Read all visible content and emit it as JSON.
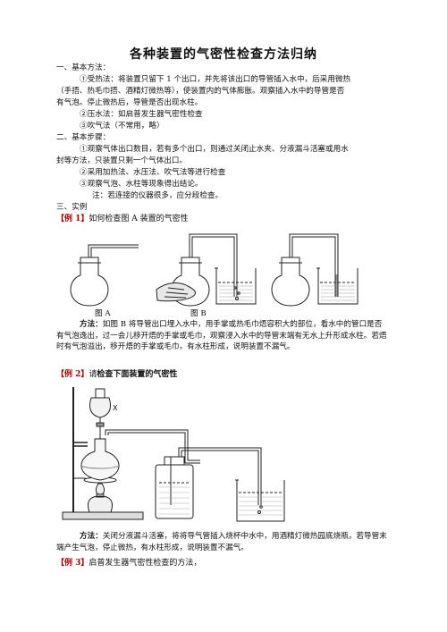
{
  "title": "各种装置的气密性检查方法归纳",
  "s1": {
    "heading": "一、基本方法：",
    "m1a": "①受热法：将装置只留下 1 个出口，并先将该出口的导管插入水中，后采用微热",
    "m1b": "（手捂、热毛巾捂、酒精灯微热等），使装置内的气体膨胀。观察插入水中的导管是否",
    "m1c": "有气泡。停止微热后，导管是否出现水柱。",
    "m2": "②压水法：如启普发生器气密性检查",
    "m3": "③吹气法（不常用，略）"
  },
  "s2": {
    "heading": "二、基本步骤：",
    "p1a": "①观察气体出口数目，若有多个出口，则通过关闭止水夹、分液漏斗活塞或用水",
    "p1b": "封等方法，只装置只剩一个气体出口。",
    "p2": "②采用加热法、水压法、吹气法等进行检查",
    "p3": "③观察气泡、水柱等现象得出结论。",
    "note": "注：若连接的仪器很多，应分段检查。"
  },
  "s3": {
    "heading": "三、实例"
  },
  "ex1": {
    "tag": "【例 1】",
    "text": "如何检查图 A 装置的气密性",
    "cap_a": "图 A",
    "cap_b": "图 B",
    "method_label": "方法：",
    "method": "如图 B 将导管出口埋入水中，用手掌或热毛巾焐容积大的部位，看水中的管口是否有气泡逸出，过一会儿移开焐的手掌或毛巾，观察浸入水中的导管末端有无水上升形成水柱。若焐时有气泡溢出，移开焐的手掌或毛巾，有水柱形成，说明装置不漏气。"
  },
  "ex2": {
    "tag": "【例 2】",
    "pre": "请",
    "text": "检查下面装置的气密性",
    "label_x": "X",
    "method_label": "方法：",
    "method": "关闭分液漏斗活塞，将将导气管插入烧杯中水中，用酒精灯微热园底烧瓶，若导管末端产生气泡，停止微热，有水柱形成，说明装置不漏气。"
  },
  "ex3": {
    "tag": "【例 3】",
    "text": "启普发生器气密性检查的方法，"
  }
}
